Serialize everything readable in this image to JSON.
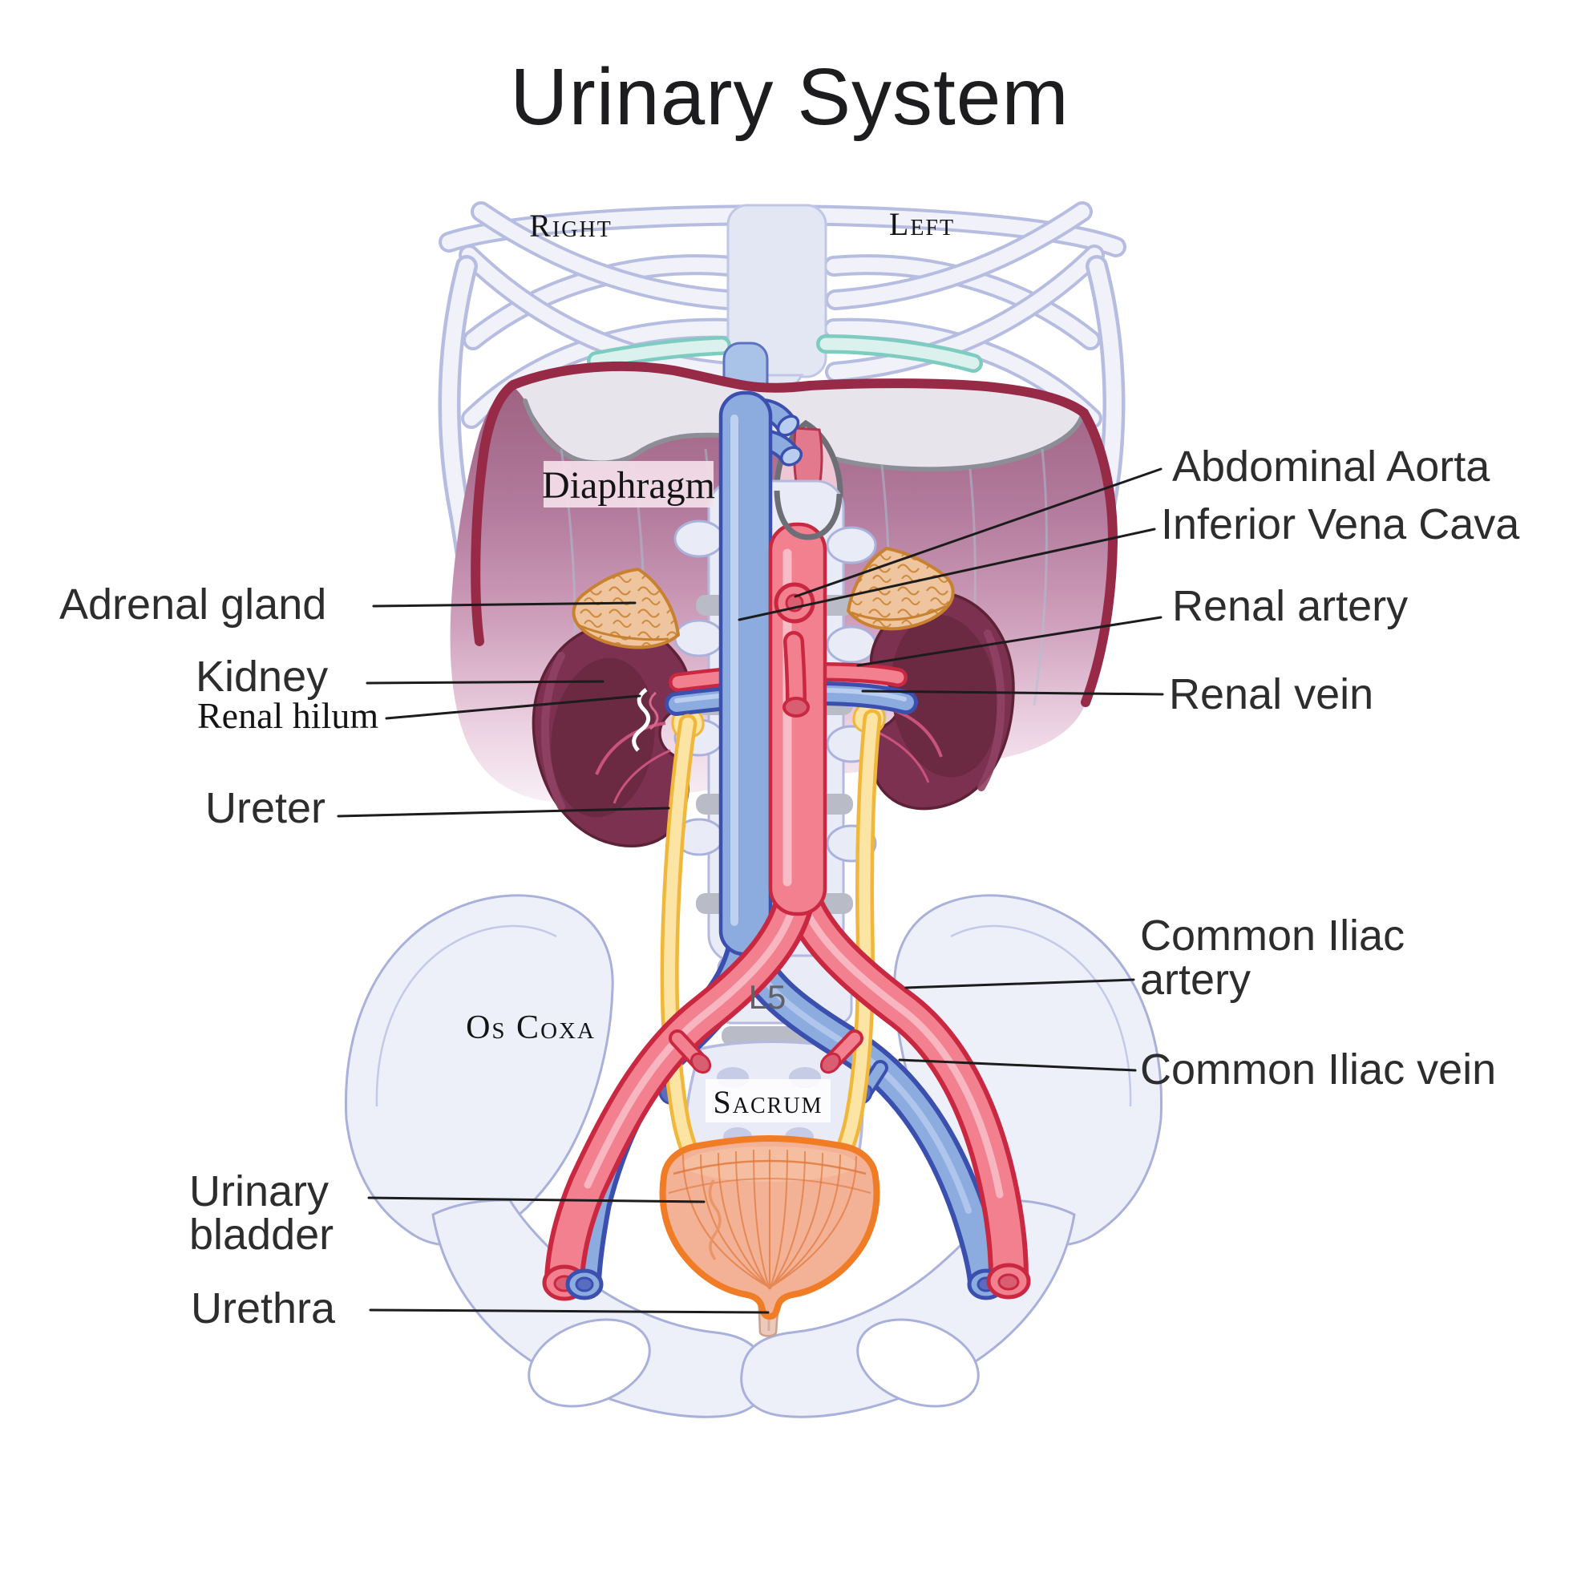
{
  "title": "Urinary System",
  "orientation": {
    "right": "Right",
    "left": "Left"
  },
  "labels": {
    "diaphragm": "Diaphragm",
    "adrenal_gland": "Adrenal gland",
    "kidney": "Kidney",
    "renal_hilum": "Renal hilum",
    "ureter": "Ureter",
    "urinary_bladder_line1": "Urinary",
    "urinary_bladder_line2": "bladder",
    "urethra": "Urethra",
    "abdominal_aorta": "Abdominal Aorta",
    "inferior_vena_cava": "Inferior Vena Cava",
    "renal_artery": "Renal artery",
    "renal_vein": "Renal vein",
    "common_iliac_artery_line1": "Common Iliac",
    "common_iliac_artery_line2": "artery",
    "common_iliac_vein": "Common Iliac vein",
    "os_coxa": "Os Coxa",
    "l5": "L5",
    "sacrum": "Sacrum"
  },
  "colors": {
    "artery_fill": "#f2808f",
    "artery_stroke": "#c92840",
    "vein_fill": "#8cabdf",
    "vein_stroke": "#3a4fae",
    "ureter_fill": "#fbe4a4",
    "ureter_stroke": "#f0b73b",
    "kidney_fill": "#7c3150",
    "adrenal_fill": "#eec59e",
    "adrenal_stroke": "#c8812f",
    "bladder_fill": "#f3b195",
    "bladder_stroke": "#f07d26",
    "diaphragm_top": "#9d6080",
    "diaphragm_rim": "#962a47",
    "bone_fill": "#eef0f9",
    "bone_stroke": "#a9b1da",
    "leader_line": "#1c1c1c"
  }
}
